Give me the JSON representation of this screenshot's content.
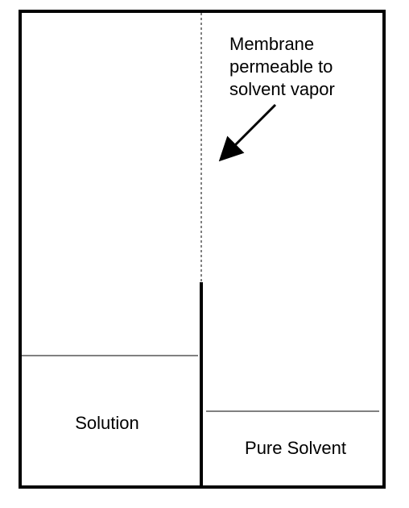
{
  "diagram": {
    "membrane_label": {
      "line1": "Membrane",
      "line2": "permeable to",
      "line3": "solvent vapor"
    },
    "left_compartment_label": "Solution",
    "right_compartment_label": "Pure Solvent"
  },
  "colors": {
    "stroke": "#000000",
    "background": "#ffffff"
  }
}
